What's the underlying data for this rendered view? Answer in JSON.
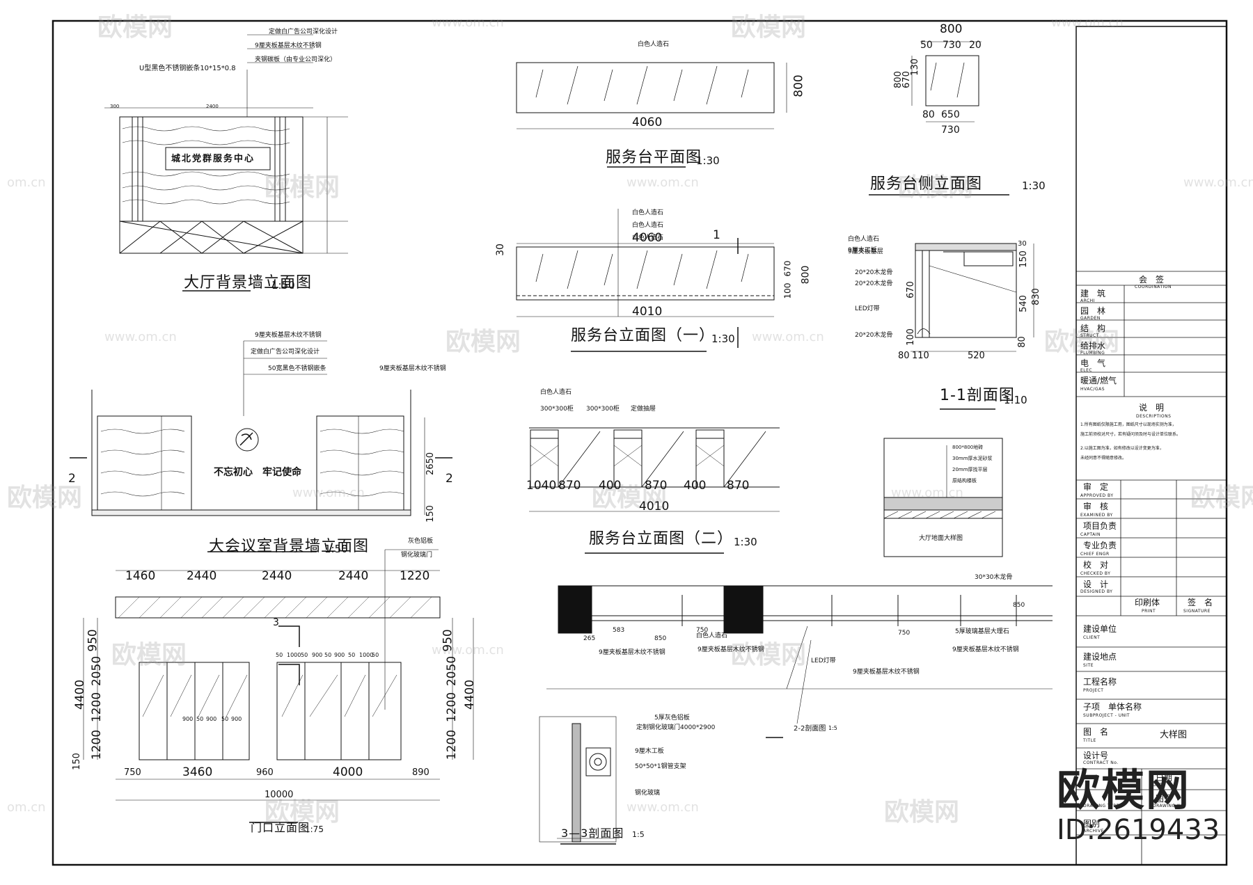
{
  "drawings": {
    "lobby_wall": {
      "title": "大厅背景墙立面图",
      "scale": "1:50",
      "sign_text": "城北党群服务中心",
      "label_top": "U型黑色不锈钢嵌条10*15*0.8",
      "notes": [
        "定做白广告公司深化设计",
        "9厘夹板基层木纹不锈钢",
        "夹钢碳板（由专业公司深化）"
      ],
      "dims": [
        "300",
        "2400"
      ]
    },
    "service_plan": {
      "title": "服务台平面图",
      "scale": "1:30",
      "width": "4060",
      "depth": "800",
      "note": "白色人造石"
    },
    "service_side": {
      "title": "服务台侧立面图",
      "scale": "1:30",
      "dims_top": [
        "800",
        "50",
        "730",
        "20"
      ],
      "dims_bottom": [
        "80",
        "650",
        "730"
      ],
      "dims_side": [
        "800",
        "670",
        "130"
      ]
    },
    "service_elev1": {
      "title": "服务台立面图（一）",
      "scale": "1:30",
      "top": "4060",
      "bottom": "4010",
      "dims_side": [
        "30",
        "800",
        "100",
        "670"
      ],
      "section_mark": "1",
      "notes": [
        "白色人造石",
        "白色人造石",
        "白色人造石"
      ]
    },
    "section11": {
      "title": "1-1剖面图",
      "scale": "1:10",
      "dims_bottom": [
        "80",
        "110",
        "520"
      ],
      "dims_right": [
        "30",
        "150",
        "540",
        "830",
        "80"
      ],
      "dim_670": "670",
      "dim_100": "100",
      "notes": [
        "白色人造石",
        "9厘木工板",
        "9厘夹板基层",
        "20*20木龙骨",
        "20*20木龙骨",
        "LED灯带",
        "20*20木龙骨"
      ]
    },
    "meeting_wall": {
      "title": "大会议室背景墙立面图",
      "scale": "1:50",
      "slogan": "不忘初心　牢记使命",
      "notes": [
        "9厘夹板基层木纹不锈钢",
        "定做白广告公司深化设计",
        "50宽黑色不锈钢嵌条",
        "9厘夹板基层木纹不锈钢"
      ],
      "section_mark": "2",
      "dims_right": [
        "2650",
        "150"
      ]
    },
    "service_elev2": {
      "title": "服务台立面图（二）",
      "scale": "1:30",
      "total": "4010",
      "notes": [
        "白色人造石",
        "300*300柜",
        "300*300柜",
        "定做抽屉"
      ],
      "dims_bottom": [
        "1040",
        "870",
        "400",
        "870",
        "400",
        "870"
      ]
    },
    "floor_detail": {
      "title": "大厅地面大样图",
      "notes": [
        "800*800地砖",
        "30mm厚水泥砂浆",
        "20mm厚找平层",
        "原结构楼板"
      ]
    },
    "door_elev": {
      "title": "门口立面图",
      "scale": "1:75",
      "top_notes": [
        "灰色铝板",
        "钢化玻璃门"
      ],
      "dims_top": [
        "1460",
        "2440",
        "2440",
        "2440",
        "1220"
      ],
      "dims_bottom": [
        "750",
        "3460",
        "960",
        "4000",
        "890"
      ],
      "total": "10000",
      "dims_left": [
        "950",
        "2050",
        "1200",
        "1200",
        "150"
      ],
      "total_h": "4400",
      "dims_right": [
        "950",
        "2050",
        "1200",
        "1200"
      ],
      "section_mark": "3",
      "mid_dims": [
        "50",
        "1000",
        "50",
        "900",
        "50",
        "900",
        "50",
        "1000",
        "50"
      ],
      "glass_dims": [
        "900",
        "50",
        "900",
        "50",
        "900"
      ]
    },
    "section22": {
      "title": "2-2剖面图",
      "scale": "1:5",
      "notes": [
        "30*30木龙骨",
        "9厘夹板基层木纹不锈钢",
        "9厘夹板基层木纹不锈钢",
        "LED灯带",
        "9厘夹板基层木纹不锈钢",
        "5厚玻璃基层大理石",
        "9厘夹板基层木纹不锈钢",
        "白色人造石"
      ],
      "dims": [
        "265",
        "583",
        "850",
        "750",
        "750",
        "850"
      ]
    },
    "section33": {
      "title": "3—3剖面图",
      "scale": "1:5",
      "notes": [
        "5厚灰色铝板",
        "定制钢化玻璃门4000*2900",
        "9厘木工板",
        "50*50*1钢管支架",
        "钢化玻璃"
      ]
    }
  },
  "title_block": {
    "coordination": {
      "cn": "会　签",
      "en": "COORDINATION"
    },
    "coord_rows": [
      {
        "cn": "建　筑",
        "en": "ARCHI"
      },
      {
        "cn": "园　林",
        "en": "GARDEN"
      },
      {
        "cn": "结　构",
        "en": "STRUCT"
      },
      {
        "cn": "给排水",
        "en": "PLUMBING"
      },
      {
        "cn": "电　气",
        "en": "ELEC"
      },
      {
        "cn": "暖通/燃气",
        "en": "HVAC/GAS"
      }
    ],
    "desc": {
      "cn": "说　明",
      "en": "DESCRIPTIONS"
    },
    "desc_lines": [
      "1.所有图纸仅限施工用，图纸尺寸以现场实测为准，",
      "施工前须校对尺寸，若有疑问须及时与设计单位联系。",
      "2.以施工图为准，如有修改以设计变更为准，",
      "未经同意不得随意修改。"
    ],
    "approve_rows": [
      {
        "cn": "审　定",
        "en": "APPROVED BY"
      },
      {
        "cn": "审　核",
        "en": "EXAMINED BY"
      },
      {
        "cn": "项目负责",
        "en": "CAPTAIN"
      },
      {
        "cn": "专业负责",
        "en": "CHIEF ENGR"
      },
      {
        "cn": "校　对",
        "en": "CHECKED BY"
      },
      {
        "cn": "设　计",
        "en": "DESIGNED BY"
      }
    ],
    "print_label": "印刷体",
    "print_en": "PRINT",
    "sign_label": "签　名",
    "sign_en": "SIGNATURE",
    "client": {
      "cn": "建设单位",
      "en": "CLIENT"
    },
    "site": {
      "cn": "建设地点",
      "en": "SITE"
    },
    "project": {
      "cn": "工程名称",
      "en": "PROJECT"
    },
    "subproject": {
      "cn": "子项　单体名称",
      "en": "SUBPROJECT - UNIT"
    },
    "drawing_title": {
      "cn": "图　名",
      "en": "TITLE",
      "value": "大样图"
    },
    "contract": {
      "cn": "设计号",
      "en": "CONTRACT No."
    },
    "date": {
      "cn": "日期",
      "en": "DATE"
    },
    "drawing_no": {
      "cn": "图号",
      "en": "DRAWING No."
    },
    "archive": {
      "cn": "图别",
      "en": "ARCHIVE"
    },
    "drawing_type": {
      "en": "DRAWING TYPE"
    }
  },
  "watermark": {
    "brand": "欧模网",
    "url": "www.om.cn",
    "url_short": "om.cn",
    "id": "ID:2619433"
  }
}
